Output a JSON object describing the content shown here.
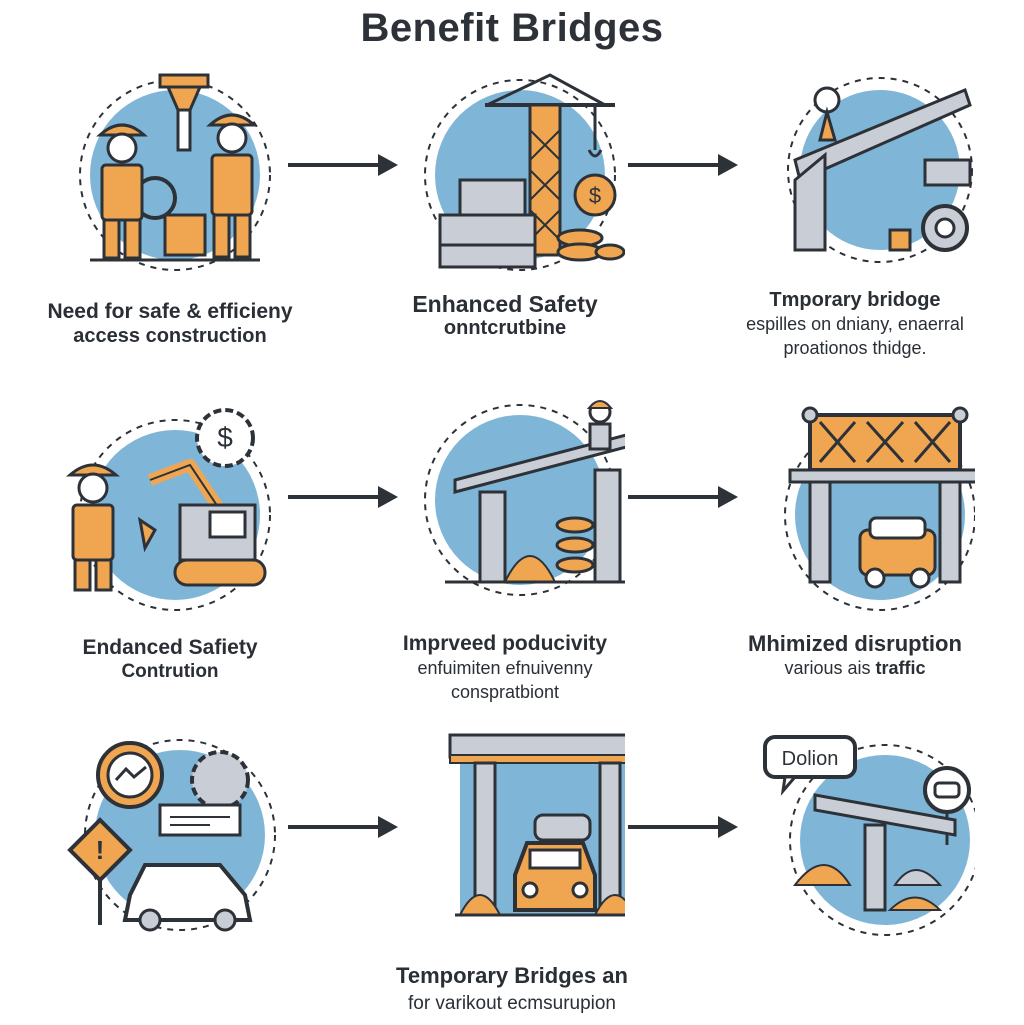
{
  "title": "Benefit  Bridges",
  "colors": {
    "blue": "#7fb6d8",
    "orange": "#f0a650",
    "dark": "#2d3138",
    "gray": "#c9ced6"
  },
  "steps": [
    {
      "heading": "Need for safe & efficieny",
      "sub": "access construction",
      "sub2": "",
      "icon": "workers-crane-icon"
    },
    {
      "heading": "Enhanced Safety",
      "sub": "onntcrutbine",
      "sub2": "",
      "icon": "tower-crane-coins-icon"
    },
    {
      "heading": "Tmporary bridoge",
      "sub": "espilles on dniany, enaerral",
      "sub2": "proationos thidge.",
      "icon": "bridge-gear-icon"
    },
    {
      "heading": "Endanced Safiety",
      "sub": "Contrution",
      "sub2": "",
      "icon": "excavator-worker-icon"
    },
    {
      "heading": "Imprveed poducivity",
      "sub": "enfuimiten efnuivenny",
      "sub2": "conspratbiont",
      "icon": "bridge-worker-coins-icon"
    },
    {
      "heading": "Mhimized disruption",
      "sub": "various ais",
      "sub_bold": "traffic",
      "sub2": "",
      "icon": "bridge-car-icon"
    },
    {
      "heading": "",
      "sub": "",
      "sub2": "",
      "icon": "signs-car-icon"
    },
    {
      "heading": "",
      "sub": "",
      "sub2": "",
      "icon": "portal-car-icon"
    },
    {
      "heading": "",
      "sub": "",
      "sub2": "",
      "bubble": "Dolion",
      "icon": "bridge-bubble-icon"
    }
  ],
  "footer": {
    "heading": "Temporary Bridges an",
    "sub": "for varikout ecmsurupion"
  }
}
